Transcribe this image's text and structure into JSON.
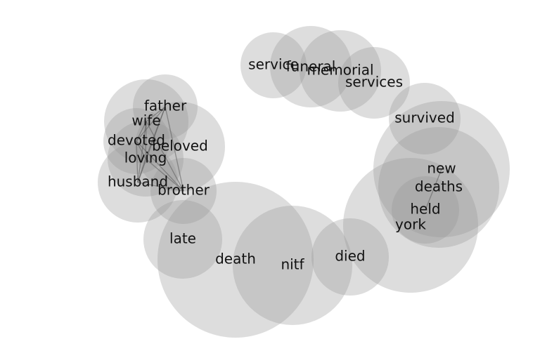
{
  "words": [
    {
      "id": "service",
      "label": "service"
    },
    {
      "id": "funeral",
      "label": "funeral"
    },
    {
      "id": "memorial",
      "label": "memorial"
    },
    {
      "id": "services",
      "label": "services"
    },
    {
      "id": "survived",
      "label": "survived"
    },
    {
      "id": "new",
      "label": "new"
    },
    {
      "id": "deaths",
      "label": "deaths"
    },
    {
      "id": "held",
      "label": "held"
    },
    {
      "id": "york",
      "label": "york"
    },
    {
      "id": "father",
      "label": "father"
    },
    {
      "id": "wife",
      "label": "wife"
    },
    {
      "id": "devoted",
      "label": "devoted"
    },
    {
      "id": "beloved",
      "label": "beloved"
    },
    {
      "id": "loving",
      "label": "loving"
    },
    {
      "id": "husband",
      "label": "husband"
    },
    {
      "id": "brother",
      "label": "brother"
    },
    {
      "id": "late",
      "label": "late"
    },
    {
      "id": "death",
      "label": "death"
    },
    {
      "id": "nitf",
      "label": "nitf"
    },
    {
      "id": "died",
      "label": "died"
    }
  ],
  "links": [
    [
      "father",
      "wife"
    ],
    [
      "father",
      "devoted"
    ],
    [
      "father",
      "loving"
    ],
    [
      "father",
      "husband"
    ],
    [
      "father",
      "brother"
    ],
    [
      "wife",
      "devoted"
    ],
    [
      "wife",
      "loving"
    ],
    [
      "wife",
      "husband"
    ],
    [
      "wife",
      "brother"
    ],
    [
      "devoted",
      "loving"
    ],
    [
      "devoted",
      "husband"
    ],
    [
      "devoted",
      "brother"
    ],
    [
      "loving",
      "husband"
    ],
    [
      "loving",
      "brother"
    ],
    [
      "husband",
      "brother"
    ],
    [
      "held",
      "new"
    ]
  ]
}
